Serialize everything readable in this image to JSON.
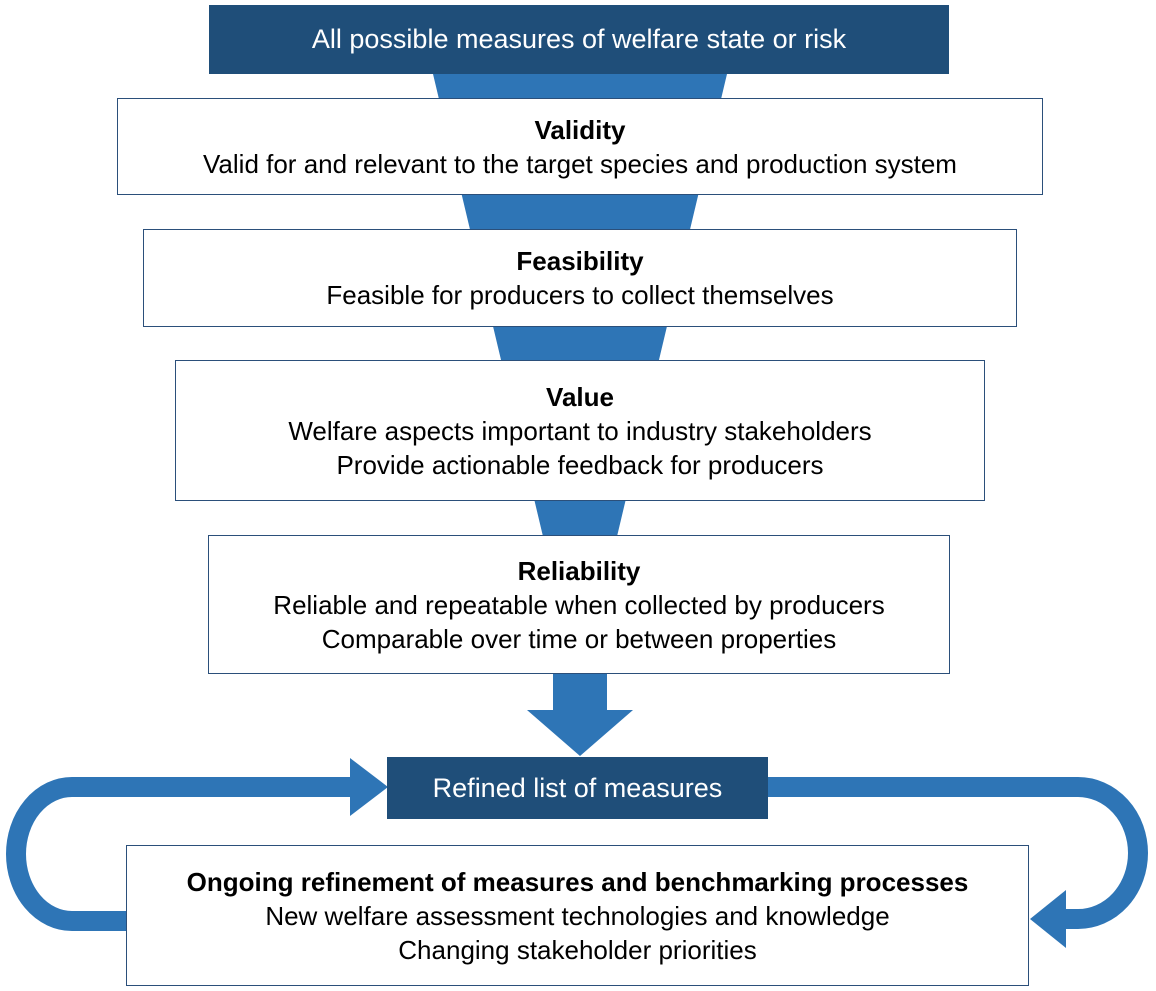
{
  "colors": {
    "funnel": "#2e75b6",
    "dark_box": "#1f4e79",
    "box_border": "#2b4f7a"
  },
  "top": {
    "label": "All possible measures of welfare state or risk"
  },
  "stages": [
    {
      "title": "Validity",
      "lines": [
        "Valid for and relevant to the target species and production system"
      ]
    },
    {
      "title": "Feasibility",
      "lines": [
        "Feasible for producers to collect themselves"
      ]
    },
    {
      "title": "Value",
      "lines": [
        "Welfare aspects important to industry stakeholders",
        "Provide actionable feedback for producers"
      ]
    },
    {
      "title": "Reliability",
      "lines": [
        "Reliable and repeatable when collected by producers",
        "Comparable over time or between properties"
      ]
    }
  ],
  "refined": {
    "label": "Refined list of measures"
  },
  "ongoing": {
    "title": "Ongoing refinement of measures and benchmarking processes",
    "lines": [
      "New welfare assessment technologies and knowledge",
      "Changing stakeholder priorities"
    ]
  }
}
